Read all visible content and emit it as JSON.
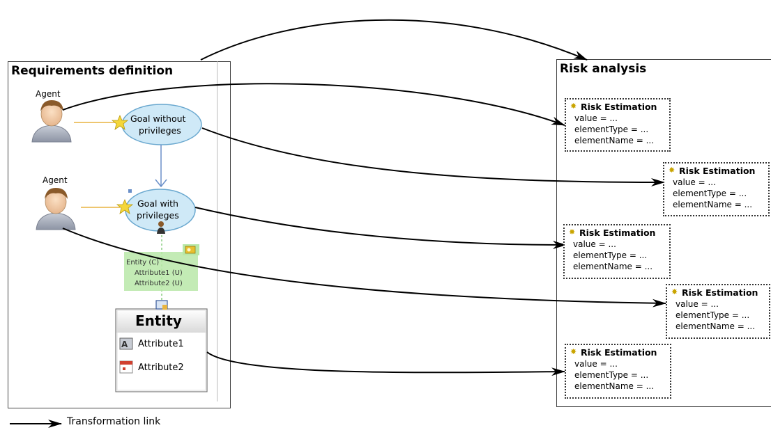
{
  "requirements_panel": {
    "title": "Requirements definition",
    "agent1_label": "Agent",
    "agent2_label": "Agent",
    "goal1_line1": "Goal without",
    "goal1_line2": "privileges",
    "goal2_line1": "Goal with",
    "goal2_line2": "privileges",
    "privilege_line1": "Entity  (C)",
    "privilege_line2": "Attribute1 (U)",
    "privilege_line3": "Attribute2 (U)",
    "entity_title": "Entity",
    "attribute1": "Attribute1",
    "attribute2": "Attribute2"
  },
  "risk_panel": {
    "title": "Risk analysis",
    "boxes": [
      {
        "title": "Risk Estimation",
        "value": "value = ...",
        "elementType": "elementType  = ...",
        "elementName": "elementName = ..."
      },
      {
        "title": "Risk Estimation",
        "value": "value = ...",
        "elementType": "elementType  = ...",
        "elementName": "elementName = ..."
      },
      {
        "title": "Risk Estimation",
        "value": "value = ...",
        "elementType": "elementType  = ...",
        "elementName": "elementName = ..."
      },
      {
        "title": "Risk Estimation",
        "value": "value = ...",
        "elementType": "elementType  = ...",
        "elementName": "elementName = ..."
      },
      {
        "title": "Risk Estimation",
        "value": "value = ...",
        "elementType": "elementType  = ...",
        "elementName": "elementName = ..."
      }
    ]
  },
  "legend": {
    "label": "Transformation link"
  },
  "icons": {
    "gear": "gear-icon",
    "star": "star-icon",
    "agent": "agent-person-icon",
    "text_attribute": "text-attribute-icon",
    "date_attribute": "calendar-attribute-icon",
    "key": "privilege-key-icon"
  },
  "colors": {
    "goal_fill": "#cfe9f7",
    "goal_stroke": "#6aa8cf",
    "privilege_fill": "#b8e8a8",
    "link_color": "#e8b440",
    "arrow_color": "#000000"
  }
}
